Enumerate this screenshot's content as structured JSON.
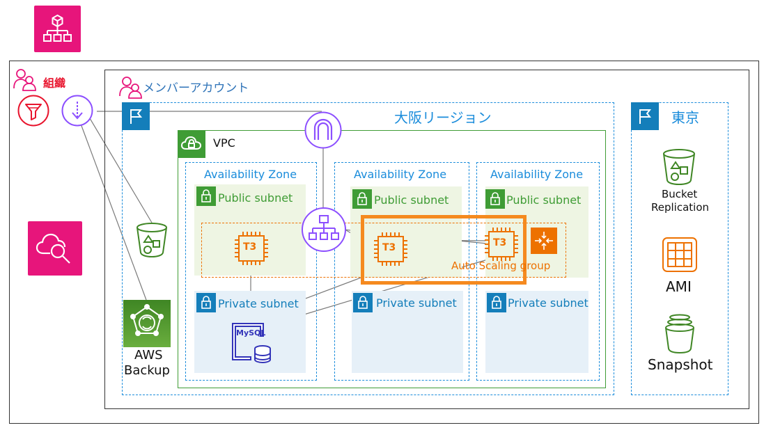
{
  "organization": {
    "label": "組織"
  },
  "member_account": {
    "label": "メンバーアカウント"
  },
  "osaka_region": {
    "label": "大阪リージョン"
  },
  "tokyo_region": {
    "label": "東京"
  },
  "vpc": {
    "label": "VPC"
  },
  "availability_zones": [
    {
      "label": "Availability Zone",
      "public_subnet": "Public subnet",
      "private_subnet": "Private subnet"
    },
    {
      "label": "Availability Zone",
      "public_subnet": "Public subnet",
      "private_subnet": "Private subnet"
    },
    {
      "label": "Availability Zone",
      "public_subnet": "Public subnet",
      "private_subnet": "Private subnet"
    }
  ],
  "instances": [
    "T3",
    "T3",
    "T3"
  ],
  "auto_scaling_group": {
    "label": "Auto Scaling group"
  },
  "database": {
    "engine_label": "MySQL"
  },
  "aws_backup": {
    "line1": "AWS",
    "line2": "Backup"
  },
  "tokyo_resources": {
    "bucket_replication_line1": "Bucket",
    "bucket_replication_line2": "Replication",
    "ami": "AMI",
    "snapshot": "Snapshot"
  },
  "colors": {
    "org_red": "#E7157B",
    "org_label_red": "#E8152E",
    "member_blue": "#2E73B8",
    "region_blue": "#1A8CDB",
    "vpc_green": "#3F9C35",
    "public_subnet_fill": "#EEF5E3",
    "private_subnet_fill": "#E6F0F8",
    "private_blue": "#147EBA",
    "ec2_orange": "#ED7100",
    "asg_orange": "#F58A1F",
    "elb_purple": "#8C4FFF",
    "backup_green": "#3F8624",
    "storage_green": "#3F8624"
  }
}
